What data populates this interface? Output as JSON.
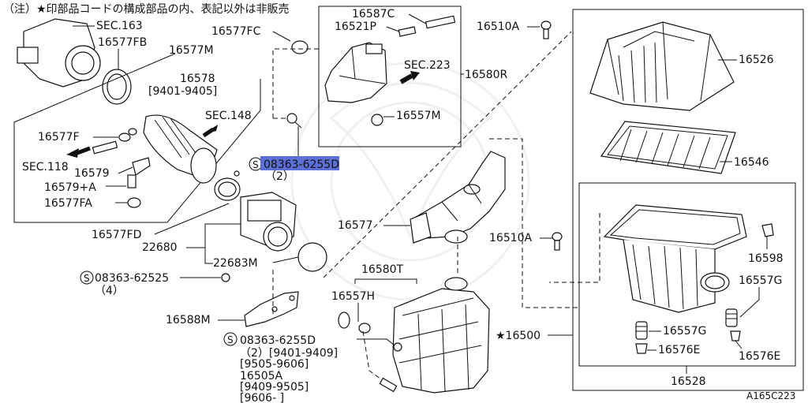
{
  "note": "（注）★印部品コードの構成部品の内、表記以外は非販売",
  "figure_id": "A165C223",
  "labels": {
    "sec163": "SEC.163",
    "p16577fb": "16577FB",
    "p16577m": "16577M",
    "p16578": "16578",
    "p16578_range": "[9401-9405]",
    "sec148": "SEC.148",
    "p16577f": "16577F",
    "sec118": "SEC.118",
    "p16579": "16579",
    "p16579a": "16579+A",
    "p16577fa": "16577FA",
    "p16577fd": "16577FD",
    "p22680": "22680",
    "p22683m": "22683M",
    "bolt1": "08363-62525",
    "bolt1_qty": "（4）",
    "p16588m": "16588M",
    "p16577fc": "16577FC",
    "p16587c": "16587C",
    "p16521p": "16521P",
    "sec223": "SEC.223",
    "p16580r": "16580R",
    "p16557m": "16557M",
    "bolt2": "08363-6255D",
    "bolt2_qty": "（2）",
    "p16577": "16577",
    "p16580t": "16580T",
    "p16557h": "16557H",
    "bolt3": "08363-6255D",
    "bolt3_line2": "（2）[9401-9409]",
    "bolt3_line3": "[9505-9606]",
    "p16505a": "16505A",
    "p16505a_r1": "[9409-9505]",
    "p16505a_r2": "[9606-      ]",
    "p16500": "★16500",
    "p16510a_top": "16510A",
    "p16510a_mid": "16510A",
    "p16526": "16526",
    "p16546": "16546",
    "p16598": "16598",
    "p16557g_r": "16557G",
    "p16557g_b": "16557G",
    "p16576e_l": "16576E",
    "p16576e_r": "16576E",
    "p16528": "16528"
  }
}
